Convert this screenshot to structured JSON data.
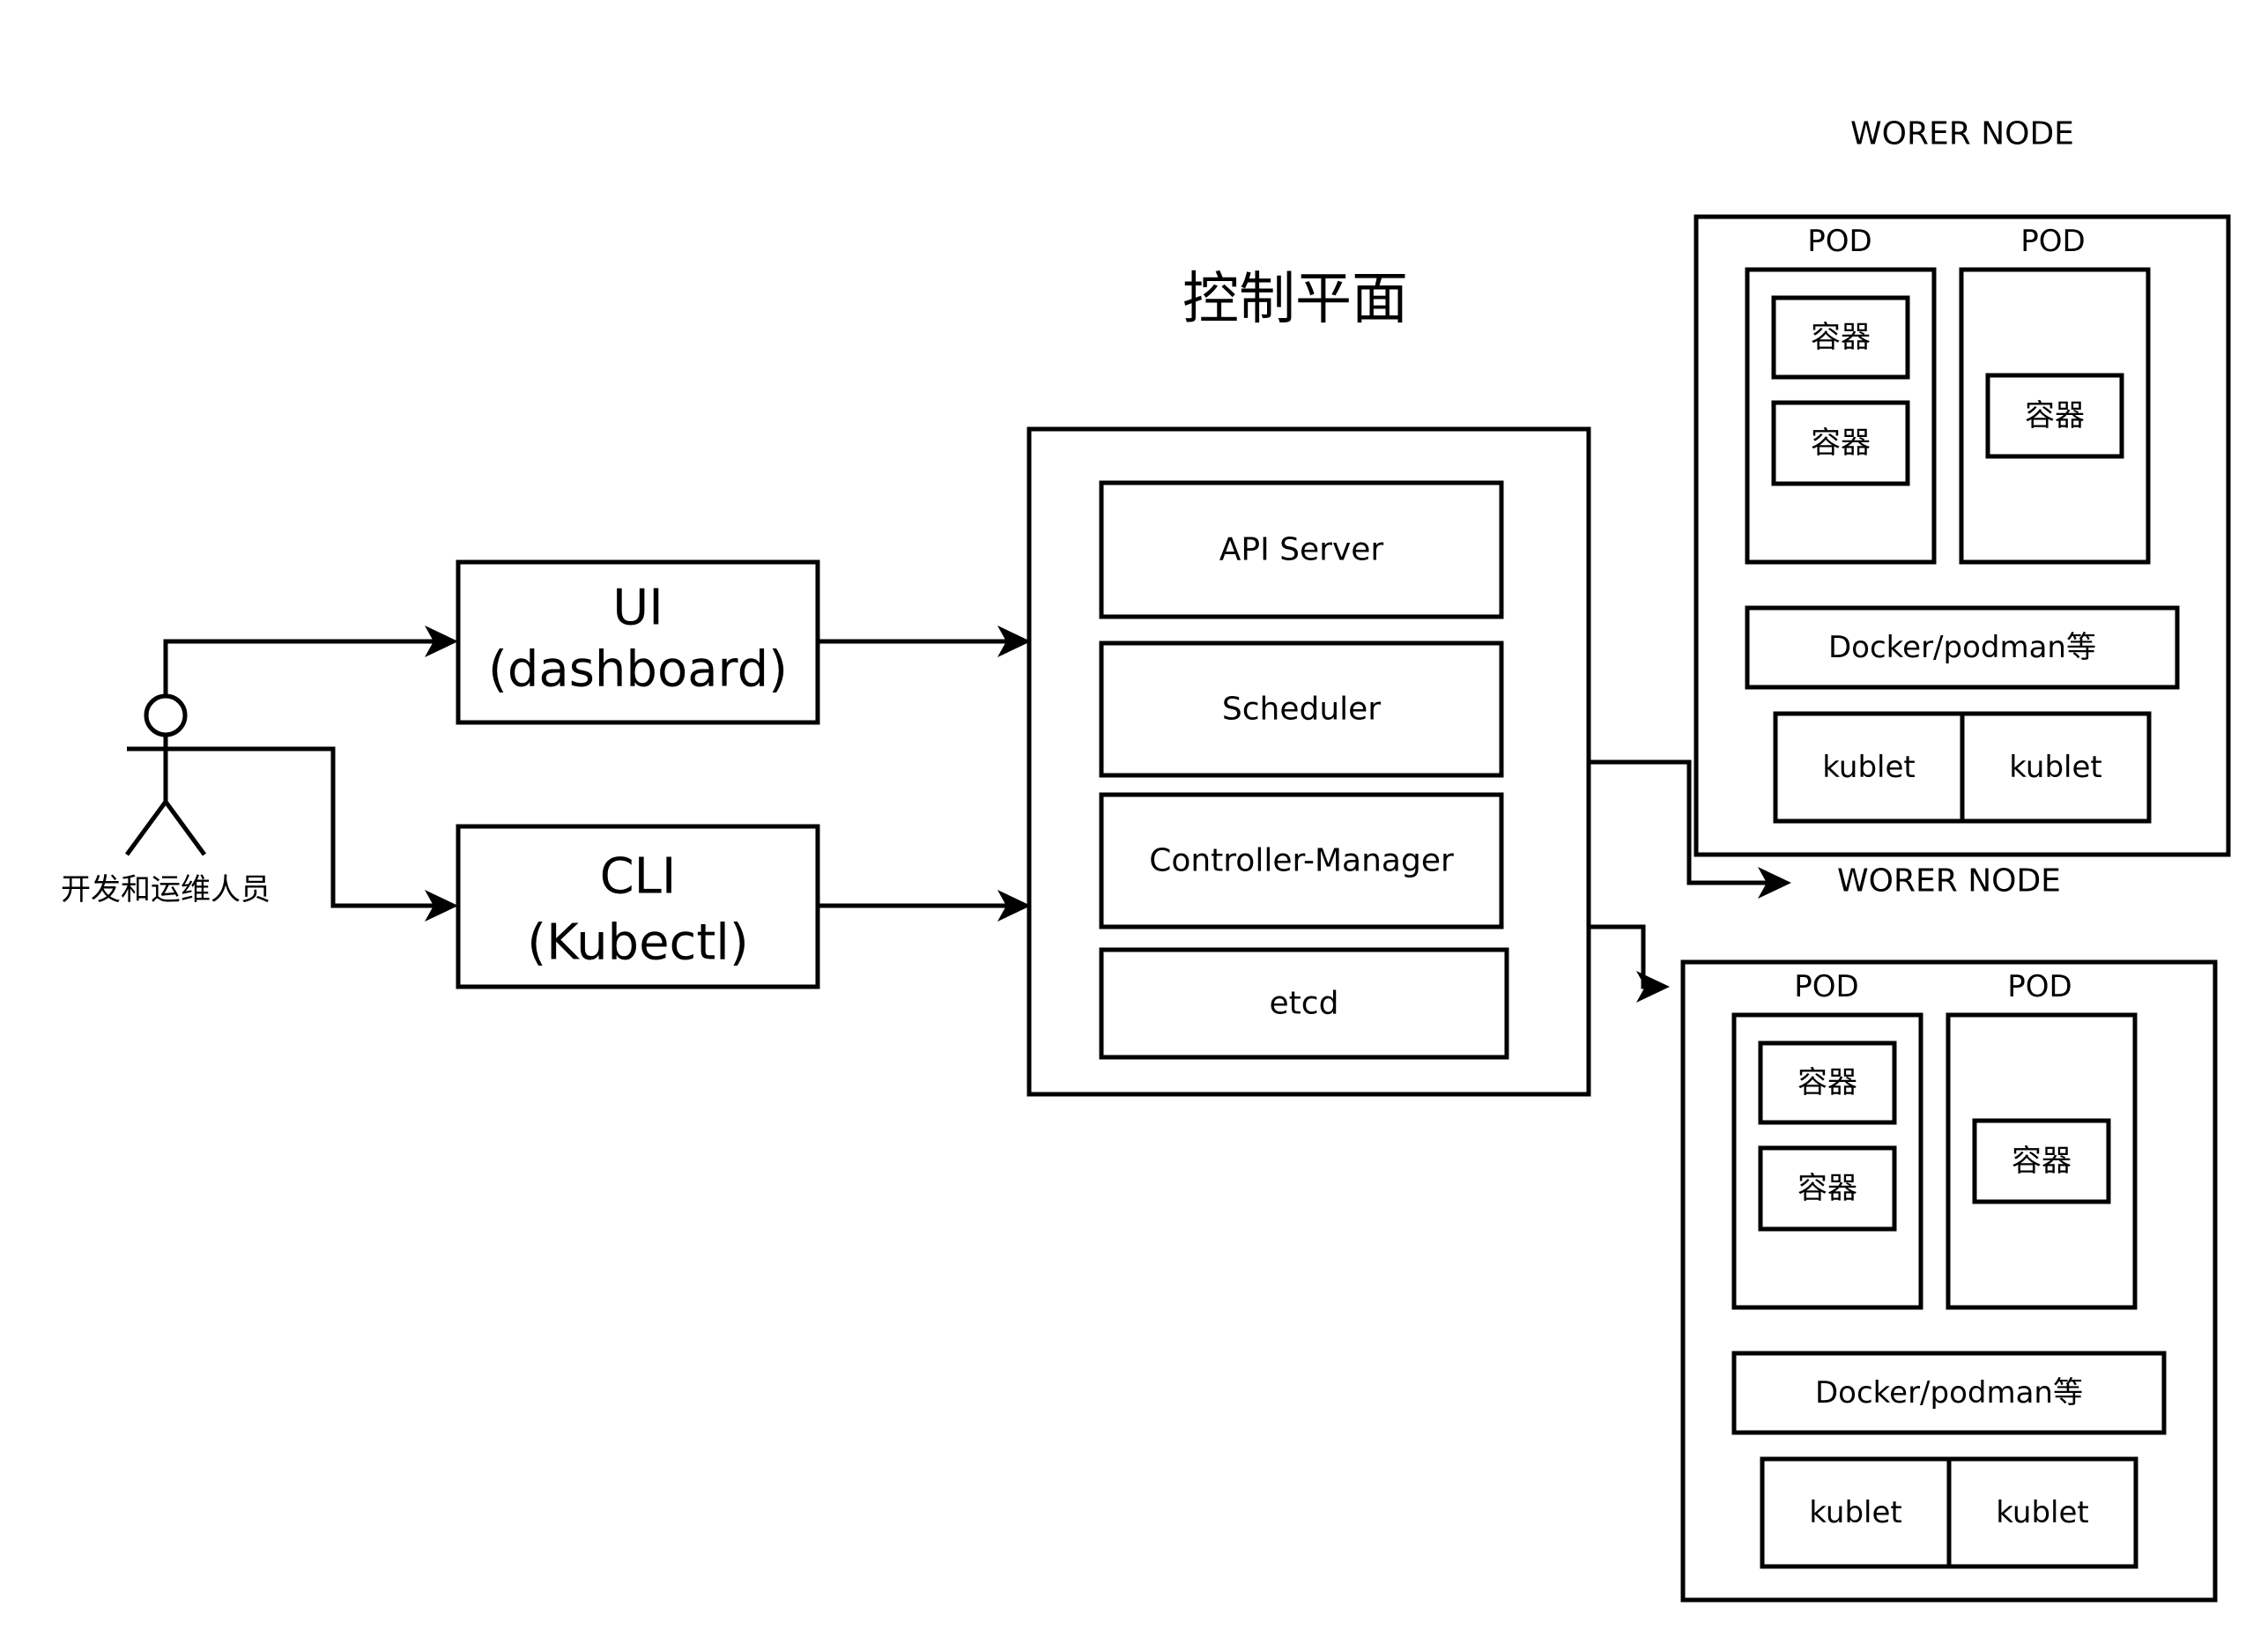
{
  "diagram": {
    "control_plane": {
      "title": "控制平面",
      "components": [
        "API Server",
        "Scheduler",
        "Controller-Manager",
        "etcd"
      ]
    },
    "user": {
      "label": "开发和运维人员"
    },
    "clients": {
      "ui": {
        "line1": "UI",
        "line2": "(dashboard)"
      },
      "cli": {
        "line1": "CLI",
        "line2": "(Kubectl)"
      }
    },
    "worker_nodes": [
      {
        "title": "WORER NODE",
        "pods": [
          {
            "label": "POD",
            "containers": [
              "容器",
              "容器"
            ]
          },
          {
            "label": "POD",
            "containers": [
              "容器"
            ]
          }
        ],
        "runtime": "Docker/podman等",
        "kubelets": [
          "kublet",
          "kublet"
        ]
      },
      {
        "title": "WORER NODE",
        "pods": [
          {
            "label": "POD",
            "containers": [
              "容器",
              "容器"
            ]
          },
          {
            "label": "POD",
            "containers": [
              "容器"
            ]
          }
        ],
        "runtime": "Docker/podman等",
        "kubelets": [
          "kublet",
          "kublet"
        ]
      }
    ]
  }
}
